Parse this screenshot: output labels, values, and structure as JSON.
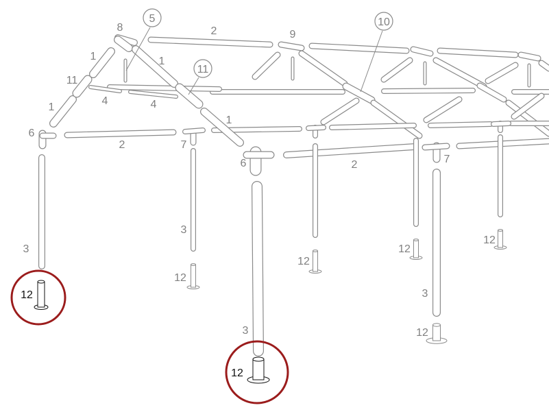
{
  "diagram": {
    "part_labels": [
      "8",
      "2",
      "9",
      "1",
      "1",
      "11",
      "4",
      "4",
      "1",
      "6",
      "2",
      "7",
      "1",
      "6",
      "2",
      "7",
      "3",
      "3",
      "12",
      "12",
      "12",
      "12",
      "3",
      "12",
      "3"
    ],
    "callouts": [
      "5",
      "11",
      "10"
    ],
    "highlighted_labels": [
      "12",
      "12"
    ],
    "colors": {
      "line": "#8a8a8a",
      "highlight_ring": "#9b1c1c",
      "label": "#808080"
    }
  }
}
